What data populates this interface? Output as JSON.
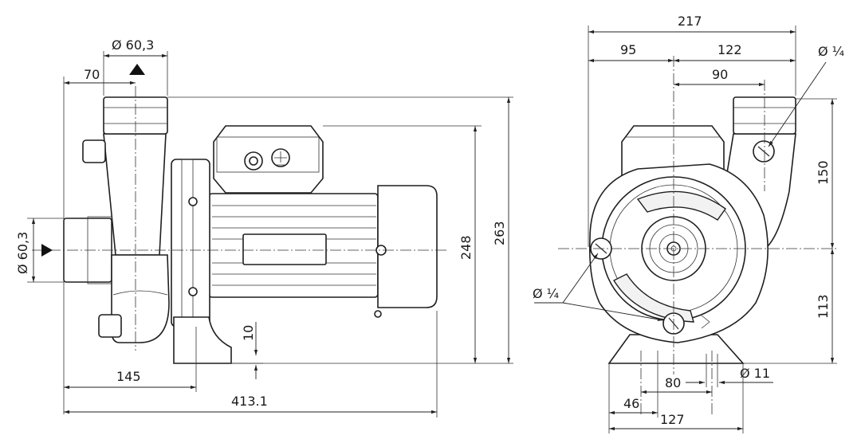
{
  "left_view": {
    "dims": {
      "inlet_dia_top": "Ø 60,3",
      "inlet_offset": "70",
      "inlet_dia_side": "Ø 60,3",
      "foot_height": "10",
      "height_motor": "248",
      "height_total": "263",
      "foot_distance": "145",
      "length_total": "413.1"
    }
  },
  "right_view": {
    "dims": {
      "width_total": "217",
      "width_left": "95",
      "width_right": "122",
      "outlet_offset": "90",
      "plug_dia_top": "Ø ¼",
      "height_upper": "150",
      "height_lower": "113",
      "plug_dia_left": "Ø ¼",
      "hole_dia": "Ø 11",
      "hole_spacing": "80",
      "foot_offset": "46",
      "foot_width": "127"
    }
  }
}
